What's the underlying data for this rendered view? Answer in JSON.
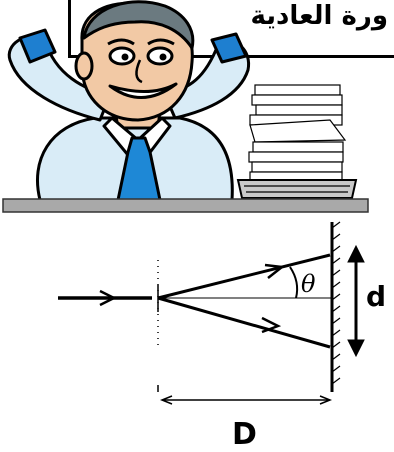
{
  "header": {
    "title": "ورة العادية"
  },
  "diagram": {
    "theta_symbol": "θ",
    "spacing_label": "d",
    "distance_label": "D"
  },
  "colors": {
    "desk": "#a9a9a9",
    "shirt": "#d9ecf7",
    "tie": "#1e88d6",
    "cuff": "#1e7fd0",
    "skin": "#f2c9a5"
  }
}
